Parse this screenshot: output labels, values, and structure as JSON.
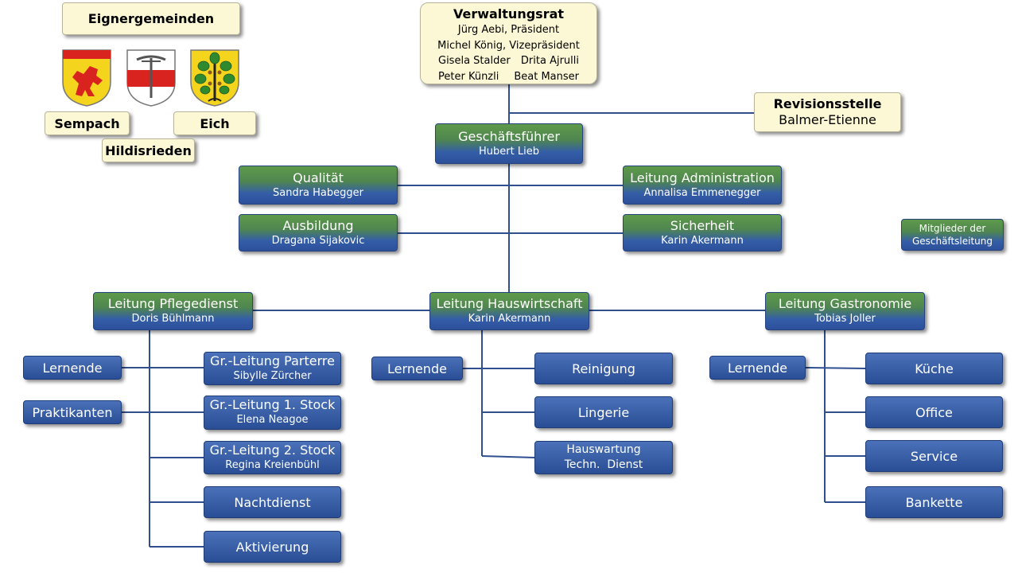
{
  "owners": {
    "header": "Eignergemeinden",
    "sempach": "Sempach",
    "eich": "Eich",
    "hildisrieden": "Hildisrieden"
  },
  "board": {
    "title": "Verwaltungsrat",
    "president": "Jürg Aebi, Präsident",
    "vice": "Michel König, Vizepräsident",
    "m1": "Gisela Stalder",
    "m2": "Drita Ajrulli",
    "m3": "Peter Künzli",
    "m4": "Beat Manser"
  },
  "audit": {
    "title": "Revisionsstelle",
    "name": "Balmer-Etienne"
  },
  "ceo": {
    "title": "Geschäftsführer",
    "name": "Hubert Lieb"
  },
  "quality": {
    "title": "Qualität",
    "name": "Sandra Habegger"
  },
  "training": {
    "title": "Ausbildung",
    "name": "Dragana Sijakovic"
  },
  "admin": {
    "title": "Leitung Administration",
    "name": "Annalisa Emmenegger"
  },
  "safety": {
    "title": "Sicherheit",
    "name": "Karin Akermann"
  },
  "legend": {
    "line1": "Mitglieder der",
    "line2": "Geschäftsleitung"
  },
  "care": {
    "title": "Leitung Pflegedienst",
    "name": "Doris Bühlmann",
    "learners": "Lernende",
    "interns": "Praktikanten",
    "g0": {
      "title": "Gr.-Leitung Parterre",
      "name": "Sibylle Zürcher"
    },
    "g1": {
      "title": "Gr.-Leitung 1. Stock",
      "name": "Elena Neagoe"
    },
    "g2": {
      "title": "Gr.-Leitung 2. Stock",
      "name": "Regina Kreienbühl"
    },
    "night": "Nachtdienst",
    "activation": "Aktivierung"
  },
  "housekeeping": {
    "title": "Leitung Hauswirtschaft",
    "name": "Karin Akermann",
    "learners": "Lernende",
    "cleaning": "Reinigung",
    "linen": "Lingerie",
    "maint1": "Hauswartung",
    "maint2": "Techn.  Dienst"
  },
  "gastro": {
    "title": "Leitung Gastronomie",
    "name": "Tobias Joller",
    "learners": "Lernende",
    "kitchen": "Küche",
    "office": "Office",
    "service": "Service",
    "banquet": "Bankette"
  },
  "colors": {
    "line": "#2f4f8f",
    "cream": "#fcf8d6",
    "blue": "#2f56a0",
    "green": "#5e9a4a"
  }
}
